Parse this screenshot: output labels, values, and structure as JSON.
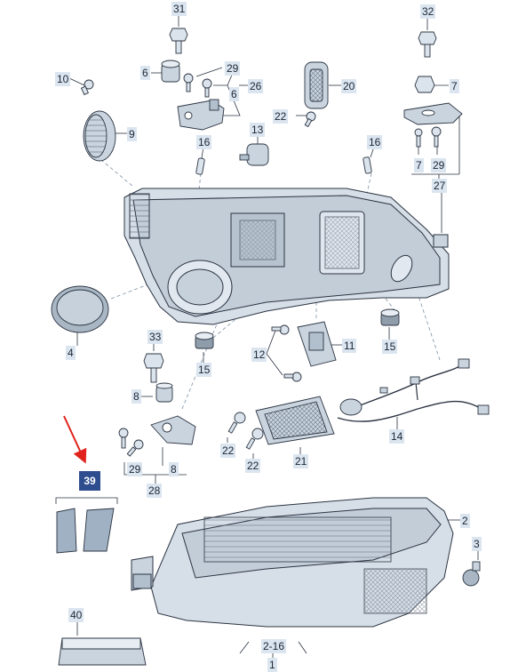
{
  "callouts": {
    "c31": "31",
    "c32": "32",
    "c10": "10",
    "c6a": "6",
    "c29a": "29",
    "c6b": "6",
    "c26": "26",
    "c20": "20",
    "c7a": "7",
    "c9": "9",
    "c22a": "22",
    "c13": "13",
    "c16a": "16",
    "c16b": "16",
    "c7b": "7",
    "c29b": "29",
    "c27": "27",
    "c4": "4",
    "c33": "33",
    "c15a": "15",
    "c15b": "15",
    "c11": "11",
    "c12": "12",
    "c8a": "8",
    "c14": "14",
    "c22b": "22",
    "c22c": "22",
    "c21": "21",
    "c39": "39",
    "c29c": "29",
    "c8b": "8",
    "c28": "28",
    "c2": "2",
    "c3": "3",
    "c40": "40",
    "c2_16": "2-16",
    "c1": "1"
  },
  "colors": {
    "line": "#2b3442",
    "part_fill": "#e7edf3",
    "part_shade": "#b9c6d4",
    "label_bg": "#dbe5f0",
    "highlight_bg": "#2d4d8e",
    "arrow": "#e0231c"
  }
}
